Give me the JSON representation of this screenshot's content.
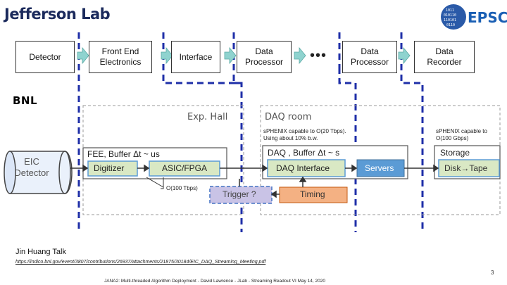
{
  "header": {
    "jlab_logo": "Jefferson Lab",
    "epsci_logo": "EPSCI",
    "bnl_logo": "BNL"
  },
  "chain": {
    "boxes": [
      {
        "label": "Detector"
      },
      {
        "label": "Front End\nElectronics"
      },
      {
        "label": "Interface"
      },
      {
        "label": "Data\nProcessor"
      },
      {
        "label": "Data\nProcessor"
      },
      {
        "label": "Data\nRecorder"
      }
    ],
    "ellipsis": "•••"
  },
  "bnl_diagram": {
    "exp_hall": "Exp. Hall",
    "daq_room": "DAQ room",
    "eic_detector": "EIC\nDetector",
    "fee_title": "FEE, Buffer Δt ~ us",
    "digitizer": "Digitizer",
    "asic": "ASIC/FPGA",
    "o100": "O(100 Tbps)",
    "sphenix_left": "sPHENIX capable to O(20 Tbps).\nUsing about 10% b.w.",
    "daq_title": "DAQ , Buffer Δt ~ s",
    "daq_interface": "DAQ Interface",
    "servers": "Servers",
    "sphenix_right": "sPHENIX capable to\nO(100 Gbps)",
    "storage": "Storage",
    "disk_tape": "Disk→Tape",
    "trigger": "Trigger ?",
    "timing": "Timing"
  },
  "footer": {
    "credit": "Jin Huang Talk",
    "url": "https://indico.bnl.gov/event/3807/contributions/26937/attachments/21875/30184/EIC_DAQ_Streaming_Meeting.pdf",
    "page": "3",
    "bottom_line": "JANA2: Multi-threaded Algorithm Deployment -  David Lawrence - JLab - Streaming Readout VI May 14, 2020"
  },
  "colors": {
    "jlab_blue": "#1b2a5c",
    "epsci_blue": "#1a5fb4",
    "dashed_blue": "#1f2fa8",
    "arrow_teal": "#8fd3cf",
    "green_box": "#d9e8c4",
    "blue_box": "#5b9bd5",
    "orange_box": "#f4b183",
    "trigger_fill": "#c9c3e6"
  }
}
